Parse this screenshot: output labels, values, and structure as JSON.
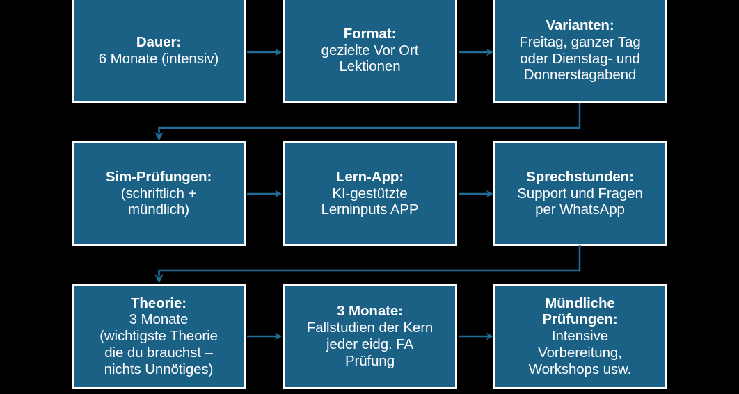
{
  "diagram": {
    "background_color": "#000000",
    "box_fill_color": "#1b6085",
    "box_border_color": "#ffffff",
    "connector_color": "#1f6d97",
    "text_color": "#ffffff",
    "rows": [
      {
        "boxes": [
          {
            "title": "Dauer:",
            "body": "6 Monate (intensiv)"
          },
          {
            "title": "Format:",
            "body": "gezielte Vor Ort\nLektionen"
          },
          {
            "title": "Varianten:",
            "body": "Freitag, ganzer Tag\noder Dienstag- und\nDonnerstagabend"
          }
        ]
      },
      {
        "boxes": [
          {
            "title": "Sim-Prüfungen:",
            "body": "(schriftlich +\nmündlich)"
          },
          {
            "title": "Lern-App:",
            "body": "KI-gestützte\nLerninputs APP"
          },
          {
            "title": "Sprechstunden:",
            "body": "Support und Fragen\nper WhatsApp"
          }
        ]
      },
      {
        "boxes": [
          {
            "title": "Theorie:",
            "body": "3 Monate\n(wichtigste Theorie\ndie du brauchst –\nnichts Unnötiges)"
          },
          {
            "title": "3 Monate:",
            "body": "Fallstudien der Kern\njeder eidg. FA\nPrüfung"
          },
          {
            "title": "Mündliche\nPrüfungen:",
            "body": "Intensive\nVorbereitung,\nWorkshops usw."
          }
        ]
      }
    ],
    "connectors": {
      "horizontal_arrow_icon": "arrow-right-icon",
      "wrap_arrow_icon": "arrow-wrap-down-left-icon"
    }
  }
}
